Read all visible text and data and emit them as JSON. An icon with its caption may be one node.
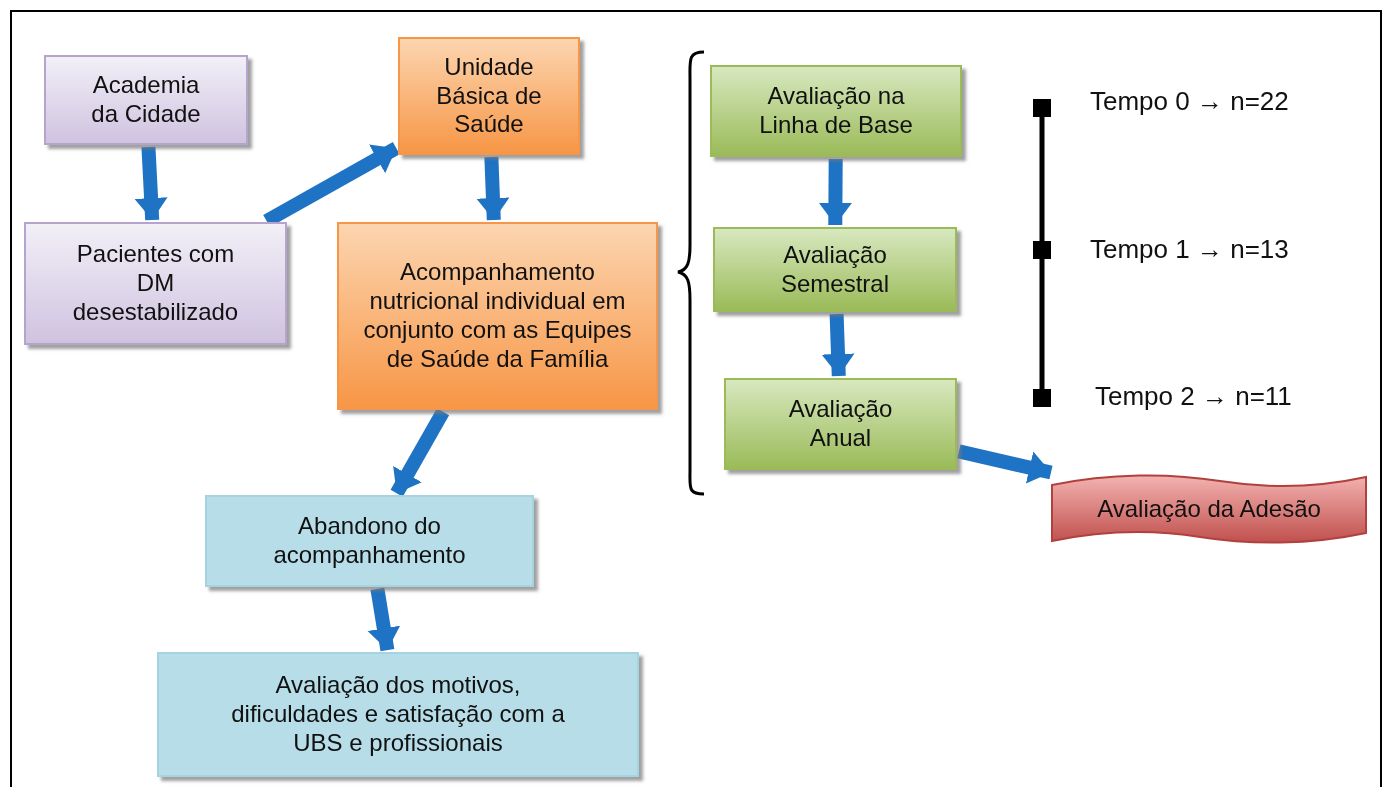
{
  "diagram": {
    "nodes": [
      {
        "text": [
          "Academia da Cidade"
        ]
      },
      {
        "text": [
          "Pacientes com DM desestabilizado"
        ]
      },
      {
        "text": [
          "Unidade Básica de Saúde"
        ]
      },
      {
        "text": [
          "Acompanhamento nutricional individual em conjunto com as Equipes de Saúde da Família"
        ]
      },
      {
        "text": [
          "Abandono do acompanhamento"
        ]
      },
      {
        "text": [
          "Avaliação dos motivos, dificuldades e satisfação com a UBS e profissionais"
        ]
      },
      {
        "text": [
          "Avaliação na Linha de Base"
        ]
      },
      {
        "text": [
          "Avaliação Semestral"
        ]
      },
      {
        "text": [
          "Avaliação Anual"
        ]
      },
      {
        "text": [
          "Avaliação da Adesão"
        ]
      }
    ],
    "edges": [
      {
        "from": 0,
        "to": 1,
        "arrow": "to"
      },
      {
        "from": 1,
        "to": 2,
        "arrow": "to"
      },
      {
        "from": 2,
        "to": 3,
        "arrow": "to"
      },
      {
        "from": 3,
        "to": 4,
        "arrow": "to"
      },
      {
        "from": 4,
        "to": 5,
        "arrow": "to"
      },
      {
        "from": 6,
        "to": 7,
        "arrow": "to"
      },
      {
        "from": 7,
        "to": 8,
        "arrow": "to"
      },
      {
        "from": 8,
        "to": 9,
        "arrow": "to"
      }
    ],
    "labels": [
      "Tempo 0 → n=22",
      "Tempo 1 → n=13",
      "Tempo 2 → n=11"
    ]
  }
}
